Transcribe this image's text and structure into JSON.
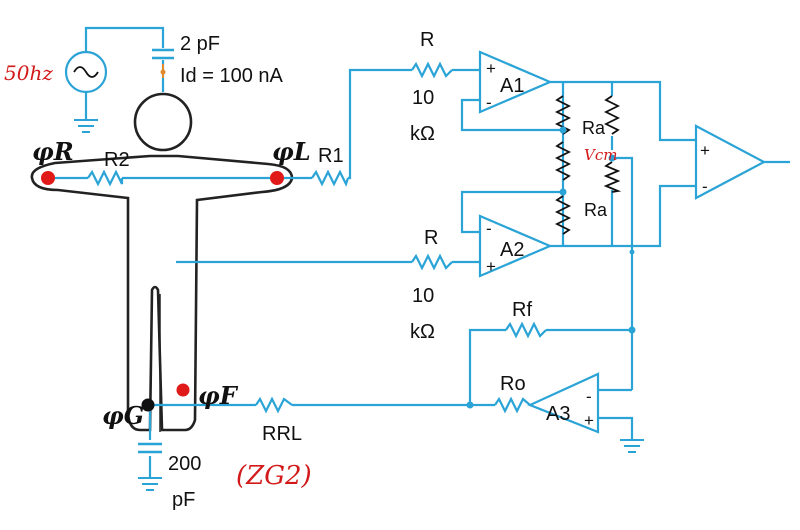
{
  "labels": {
    "cap_top": "2 pF",
    "id_current": "Id = 100 nA",
    "source_note": "50hz",
    "phi_r": "φR",
    "phi_l": "φL",
    "phi_f": "φF",
    "phi_g": "φG",
    "r2": "R2",
    "r1": "R1",
    "r_top": "R",
    "r_top_value": "10",
    "r_top_unit": "kΩ",
    "r_mid": "R",
    "r_mid_value": "10",
    "r_mid_unit": "kΩ",
    "a1": "A1",
    "a2": "A2",
    "a3": "A3",
    "ra_top": "Ra",
    "ra_bottom": "Ra",
    "ra_note": "Vcm",
    "rf": "Rf",
    "ro": "Ro",
    "rrl": "RRL",
    "rrl_note": "(ZG2)",
    "cap_bottom_value": "200",
    "cap_bottom_unit": "pF",
    "plus": "+",
    "minus": "-"
  },
  "colors": {
    "wire": "#2aa3d6",
    "body": "#222222",
    "electrode_red": "#e01919",
    "electrode_black": "#111111",
    "annotation_red": "#d21a1a"
  }
}
